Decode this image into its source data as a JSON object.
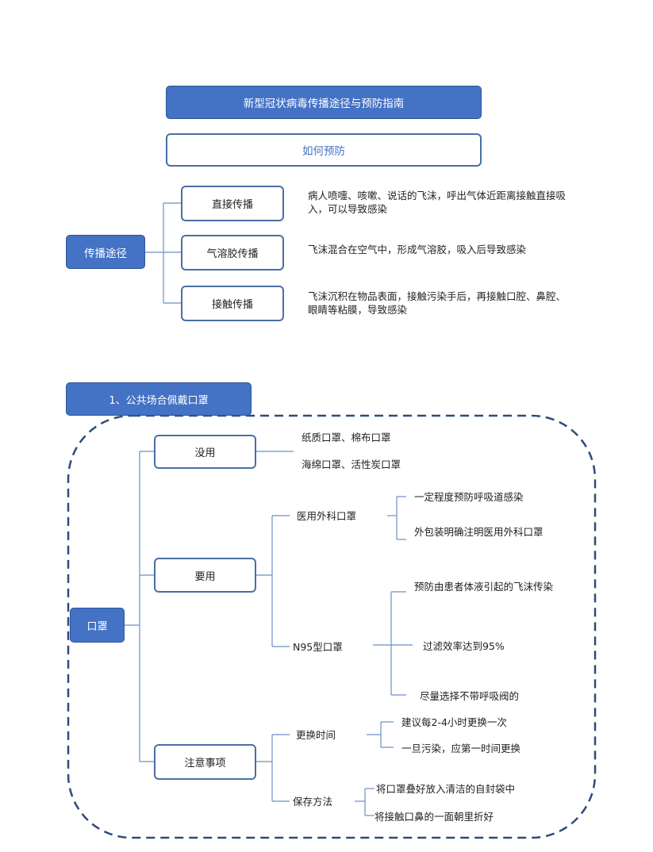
{
  "header": {
    "title": "新型冠状病毒传播途径与预防指南",
    "subtitle": "如何预防"
  },
  "transmission": {
    "root": "传播途径",
    "branches": [
      {
        "label": "直接传播",
        "desc": "病人喷嚏、咳嗽、说话的飞沫，呼出气体近距离接触直接吸入，可以导致感染"
      },
      {
        "label": "气溶胶传播",
        "desc": "飞沫混合在空气中，形成气溶胶，吸入后导致感染"
      },
      {
        "label": "接触传播",
        "desc": "飞沫沉积在物品表面，接触污染手后，再接触口腔、鼻腔、眼睛等粘膜，导致感染"
      }
    ]
  },
  "section1": {
    "title": "1、公共场合佩戴口罩",
    "root": "口罩",
    "useless": {
      "label": "没用",
      "items": [
        "纸质口罩、棉布口罩",
        "海绵口罩、活性炭口罩"
      ]
    },
    "useful": {
      "label": "要用",
      "surgical": {
        "label": "医用外科口罩",
        "items": [
          "一定程度预防呼吸道感染",
          "外包装明确注明医用外科口罩"
        ]
      },
      "n95": {
        "label": "N95型口罩",
        "items": [
          "预防由患者体液引起的飞沫传染",
          "过滤效率达到95%",
          "尽量选择不带呼吸阀的"
        ]
      }
    },
    "notes": {
      "label": "注意事项",
      "replace": {
        "label": "更换时间",
        "items": [
          "建议每2-4小时更换一次",
          "一旦污染，应第一时间更换"
        ]
      },
      "storage": {
        "label": "保存方法",
        "items": [
          "将口罩叠好放入清洁的自封袋中",
          "将接触口鼻的一面朝里折好"
        ]
      }
    }
  },
  "colors": {
    "accent": "#4472c4",
    "border": "#4a6fa5",
    "dashed": "#2e4b7a"
  }
}
